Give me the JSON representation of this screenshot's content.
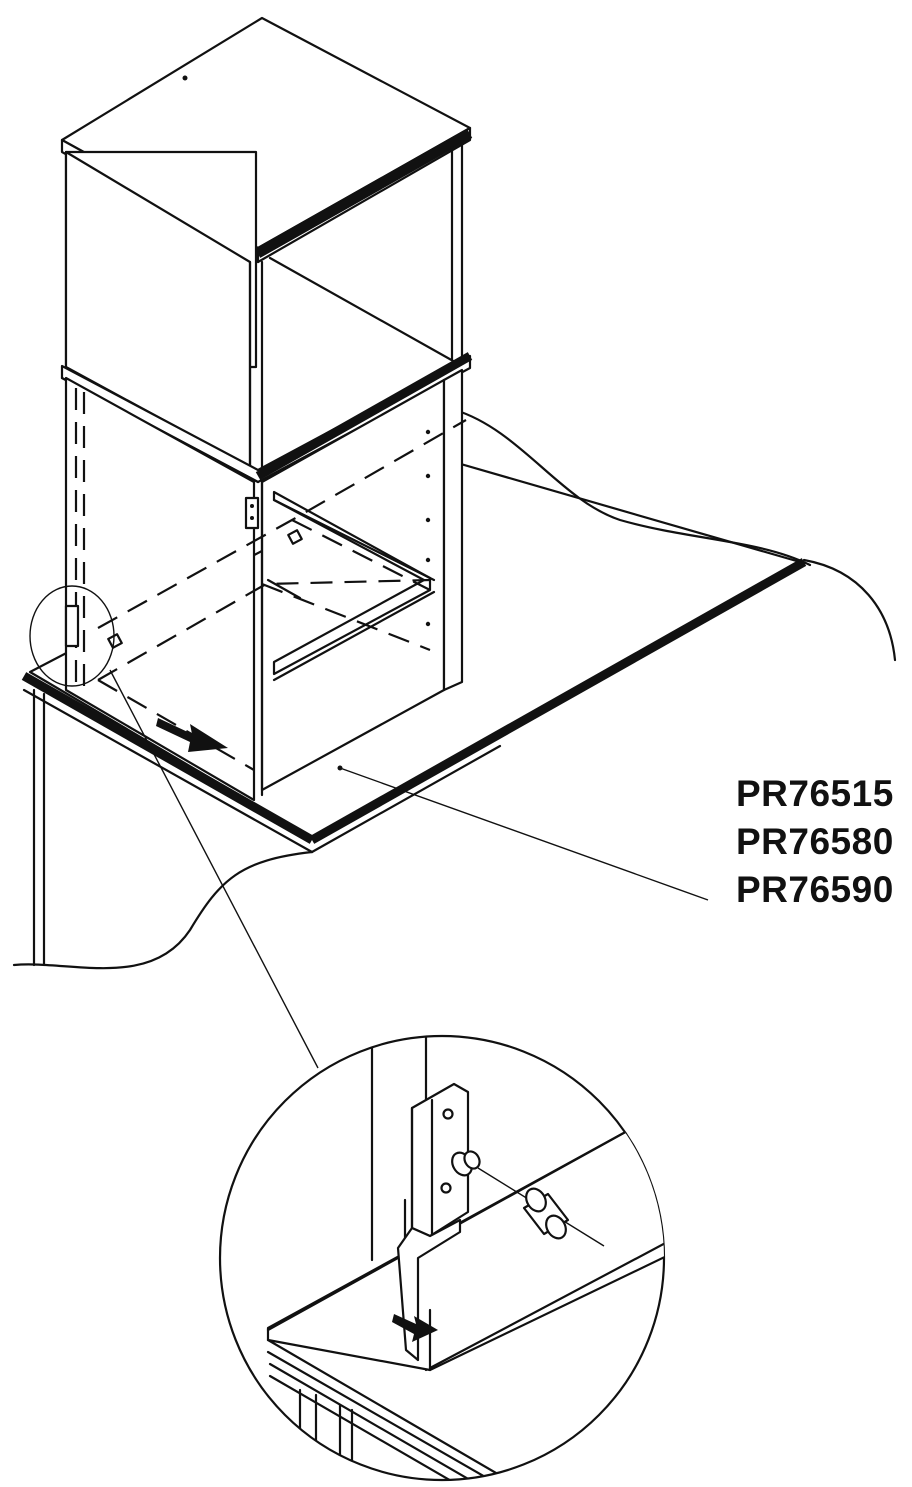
{
  "part_codes": [
    "PR76515",
    "PR76580",
    "PR76590"
  ],
  "colors": {
    "ink": "#111111",
    "paper": "#ffffff"
  },
  "icons": [
    "assembly-arrow-icon",
    "assembly-arrow-icon-detail"
  ]
}
